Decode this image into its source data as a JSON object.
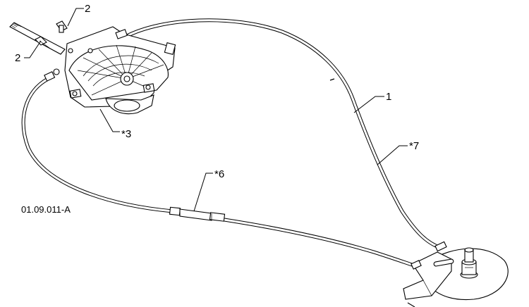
{
  "figure": {
    "reference_code": "01.09.011-A",
    "callouts": {
      "cable": "1",
      "bolt_top": "2",
      "bolt_left": "2",
      "control_box": "*3",
      "inner_cable": "*6",
      "outer_cable": "*7"
    }
  }
}
